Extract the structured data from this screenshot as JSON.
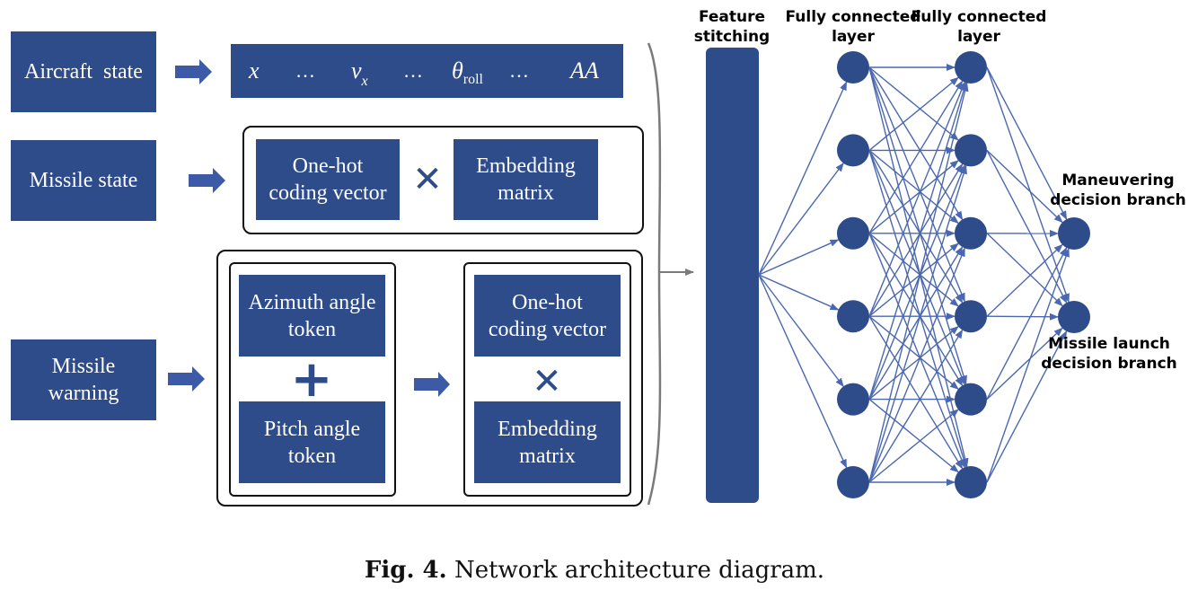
{
  "inputs": {
    "aircraft_state": "Aircraft  state",
    "missile_state": "Missile state",
    "missile_warning": "Missile\nwarning"
  },
  "aircraft_vector": {
    "items": [
      {
        "base": "x",
        "sub": ""
      },
      {
        "base": "…",
        "sub": ""
      },
      {
        "base": "v",
        "sub": "x"
      },
      {
        "base": "…",
        "sub": ""
      },
      {
        "base": "θ",
        "sub": "roll"
      },
      {
        "base": "…",
        "sub": ""
      },
      {
        "base": "AA",
        "sub": ""
      }
    ]
  },
  "missile_state_block": {
    "onehot": "One-hot\ncoding vector",
    "operator": "✕",
    "embedding": "Embedding\nmatrix"
  },
  "missile_warning_block": {
    "azimuth": "Azimuth angle\ntoken",
    "plus": "+",
    "pitch": "Pitch angle\ntoken",
    "onehot": "One-hot\ncoding vector",
    "operator": "✕",
    "embedding": "Embedding\nmatrix"
  },
  "network": {
    "feature_label": "Feature\nstitching",
    "fc1_label": "Fully connected\nlayer",
    "fc2_label": "Fully connected\nlayer",
    "fc1_nodes": 6,
    "fc2_nodes": 6,
    "output_nodes": 2,
    "outputs": [
      "Maneuvering\ndecision branch",
      "Missile launch\ndecision branch"
    ]
  },
  "colors": {
    "box": "#2e4b8a",
    "edge": "#4a67b0",
    "arrow": "#3c5aa6",
    "brace": "#7a7a7a"
  },
  "caption": {
    "label": "Fig. 4.",
    "text": " Network architecture diagram."
  }
}
